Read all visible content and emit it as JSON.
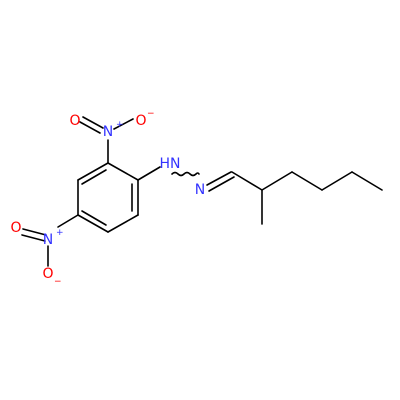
{
  "colors": {
    "bond": "#000000",
    "nitrogen": "#3333ff",
    "oxygen": "#ff0000",
    "background": "#ffffff"
  },
  "labels": {
    "nh": "HN",
    "n_imine": "N",
    "nitro_top_n": "N",
    "nitro_top_o_double": "O",
    "nitro_top_o_single": "O",
    "nitro_top_plus": "+",
    "nitro_top_minus": "−",
    "nitro_left_n": "N",
    "nitro_left_o_double": "O",
    "nitro_left_o_single": "O",
    "nitro_left_plus": "+",
    "nitro_left_minus": "−"
  }
}
